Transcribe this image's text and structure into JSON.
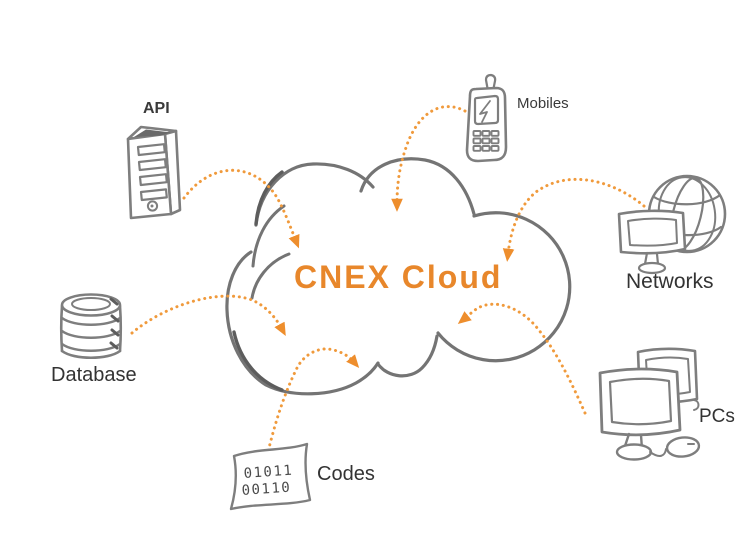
{
  "diagram": {
    "title": "CNEX Cloud",
    "style": "hand-drawn cloud computing sketch"
  },
  "cloud": {
    "label": "CNEX Cloud"
  },
  "nodes": [
    {
      "id": "api",
      "label": "API",
      "icon": "server-tower-icon"
    },
    {
      "id": "mobiles",
      "label": "Mobiles",
      "icon": "mobile-phone-icon"
    },
    {
      "id": "networks",
      "label": "Networks",
      "icon": "globe-monitor-icon"
    },
    {
      "id": "pcs",
      "label": "PCs",
      "icon": "desktop-computers-icon"
    },
    {
      "id": "codes",
      "label": "Codes",
      "icon": "binary-paper-icon",
      "paper_text": [
        "01011",
        "00110"
      ]
    },
    {
      "id": "database",
      "label": "Database",
      "icon": "database-cylinders-icon"
    }
  ],
  "connections": [
    {
      "from": "API",
      "to": "CNEX Cloud",
      "style": "dotted-orange-arrow"
    },
    {
      "from": "Mobiles",
      "to": "CNEX Cloud",
      "style": "dotted-orange-arrow"
    },
    {
      "from": "Networks",
      "to": "CNEX Cloud",
      "style": "dotted-orange-arrow"
    },
    {
      "from": "PCs",
      "to": "CNEX Cloud",
      "style": "dotted-orange-arrow"
    },
    {
      "from": "Codes",
      "to": "CNEX Cloud",
      "style": "dotted-orange-arrow"
    },
    {
      "from": "Database",
      "to": "CNEX Cloud",
      "style": "dotted-orange-arrow"
    }
  ],
  "colors": {
    "accent_orange": "#E8872B",
    "arrow_orange": "#F09A3C",
    "arrowhead_orange": "#EE8E2D",
    "sketch_gray": "#747474",
    "label_gray": "#333333"
  }
}
